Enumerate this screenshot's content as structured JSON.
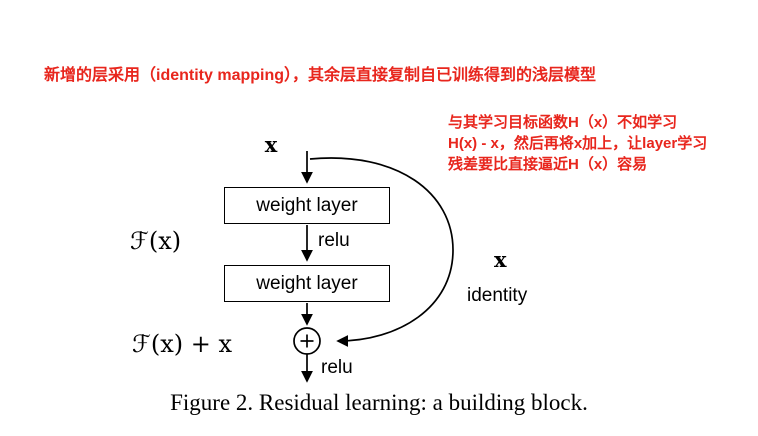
{
  "colors": {
    "annotation_red": "#e8261d",
    "diagram_ink": "#000000",
    "background": "#ffffff"
  },
  "annotations": {
    "top": "新增的层采用（identity mapping），其余层直接复制自已训练得到的浅层模型",
    "right_lines": [
      "与其学习目标函数H（x）不如学习",
      "H(x) - x，然后再将x加上，让layer学习",
      "残差要比直接逼近H（x）容易"
    ]
  },
  "diagram": {
    "input_label": "x",
    "weight_layer_1": "weight layer",
    "weight_layer_2": "weight layer",
    "relu_1": "relu",
    "relu_2": "relu",
    "f_label": "ℱ(x)",
    "sum_label": "ℱ(x) + x",
    "shortcut_x_label": "x",
    "identity_label": "identity"
  },
  "caption": "Figure 2. Residual learning: a building block."
}
